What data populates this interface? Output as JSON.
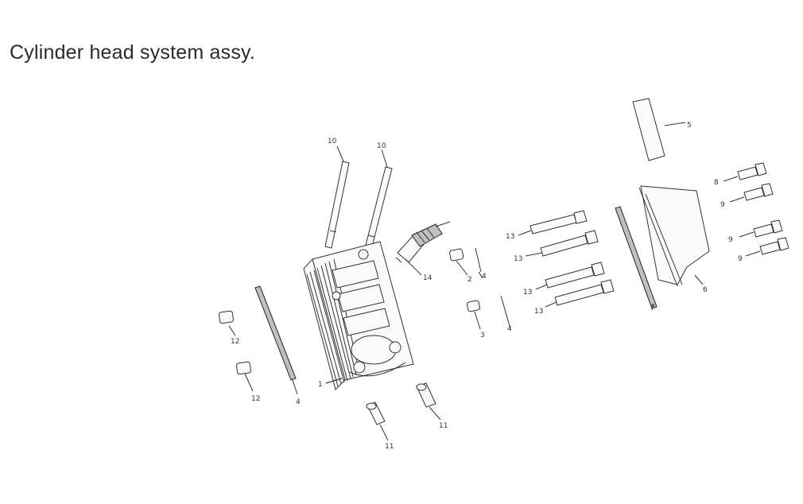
{
  "title": "Cylinder head system assy.",
  "callouts": [
    {
      "id": "c-10a",
      "text": "10"
    },
    {
      "id": "c-10b",
      "text": "10"
    },
    {
      "id": "c-5",
      "text": "5"
    },
    {
      "id": "c-14",
      "text": "14"
    },
    {
      "id": "c-2",
      "text": "2"
    },
    {
      "id": "c-4a",
      "text": "4"
    },
    {
      "id": "c-3",
      "text": "3"
    },
    {
      "id": "c-4b",
      "text": "4"
    },
    {
      "id": "c-13a",
      "text": "13"
    },
    {
      "id": "c-13b",
      "text": "13"
    },
    {
      "id": "c-13c",
      "text": "13"
    },
    {
      "id": "c-13d",
      "text": "13"
    },
    {
      "id": "c-7",
      "text": "7"
    },
    {
      "id": "c-6",
      "text": "6"
    },
    {
      "id": "c-8",
      "text": "8"
    },
    {
      "id": "c-9a",
      "text": "9"
    },
    {
      "id": "c-9b",
      "text": "9"
    },
    {
      "id": "c-9c",
      "text": "9"
    },
    {
      "id": "c-12a",
      "text": "12"
    },
    {
      "id": "c-12b",
      "text": "12"
    },
    {
      "id": "c-4c",
      "text": "4"
    },
    {
      "id": "c-1",
      "text": "1"
    },
    {
      "id": "c-11a",
      "text": "11"
    },
    {
      "id": "c-11b",
      "text": "11"
    }
  ]
}
